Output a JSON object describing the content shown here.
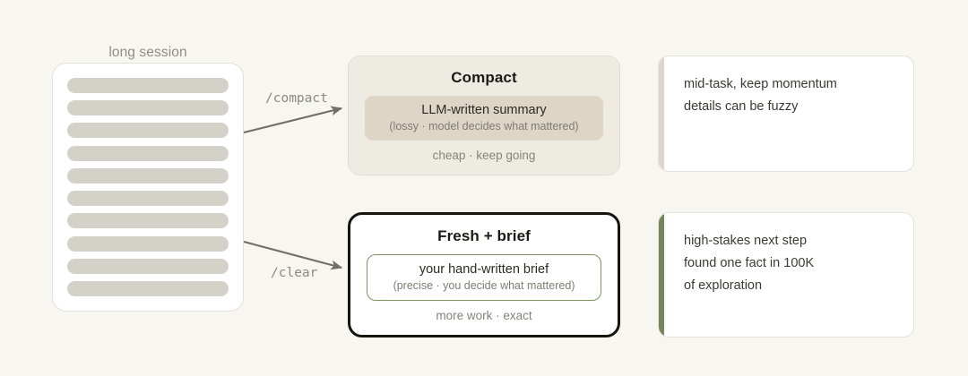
{
  "page": {
    "background_color": "#f7f6f1"
  },
  "session": {
    "label": "long session",
    "bar_count": 10,
    "bar_color": "#d3d1c8"
  },
  "edges": [
    {
      "label": "/compact",
      "from": "long-session",
      "to": "compact-card"
    },
    {
      "label": "/clear",
      "from": "long-session",
      "to": "fresh-brief-card"
    }
  ],
  "options": [
    {
      "id": "compact",
      "title": "Compact",
      "box_main": "LLM-written summary",
      "box_sub": "(lossy · model decides what mattered)",
      "footer": "cheap · keep going",
      "card_background": "#eeebe3",
      "box_background": "#ded5c7",
      "emphasis": false
    },
    {
      "id": "fresh-brief",
      "title": "Fresh + brief",
      "box_main": "your hand-written brief",
      "box_sub": "(precise · you decide what mattered)",
      "footer": "more work · exact",
      "card_background": "#ffffff",
      "box_border_color": "#7e9464",
      "emphasis": true
    }
  ],
  "notes": [
    {
      "id": "note-compact",
      "accent_color": "#ded7c9",
      "lines": [
        "mid-task, keep momentum",
        "details can be fuzzy"
      ]
    },
    {
      "id": "note-fresh",
      "accent_color": "#73875a",
      "lines": [
        "high-stakes next step",
        "found one fact in 100K",
        "of exploration"
      ]
    }
  ]
}
